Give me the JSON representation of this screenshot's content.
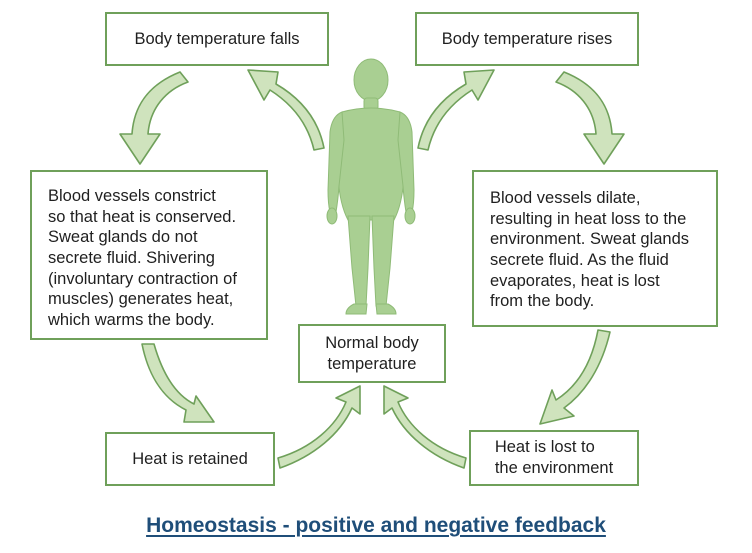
{
  "diagram": {
    "top_left": "Body temperature falls",
    "top_right": "Body temperature rises",
    "left_response": {
      "lines": [
        "Blood vessels constrict",
        "so that heat is conserved.",
        "Sweat glands do not",
        "secrete fluid. Shivering",
        "(involuntary contraction of",
        "muscles) generates heat,",
        "which warms the body."
      ]
    },
    "right_response": {
      "lines": [
        "Blood vessels dilate,",
        "resulting in heat loss to the",
        "environment. Sweat glands",
        "secrete fluid. As the fluid",
        "evaporates, heat is lost",
        "from the body."
      ]
    },
    "center": {
      "lines": [
        "Normal body",
        "temperature"
      ]
    },
    "bottom_left": "Heat is retained",
    "bottom_right": {
      "lines": [
        "Heat is lost to",
        "the environment"
      ]
    }
  },
  "caption": "Homeostasis - positive and negative feedback",
  "colors": {
    "box_border": "#6fa05a",
    "arrow_fill": "#cfe3bd",
    "arrow_stroke": "#6fa05a",
    "figure_fill": "#a9cf92",
    "caption_text": "#1f4e79"
  }
}
